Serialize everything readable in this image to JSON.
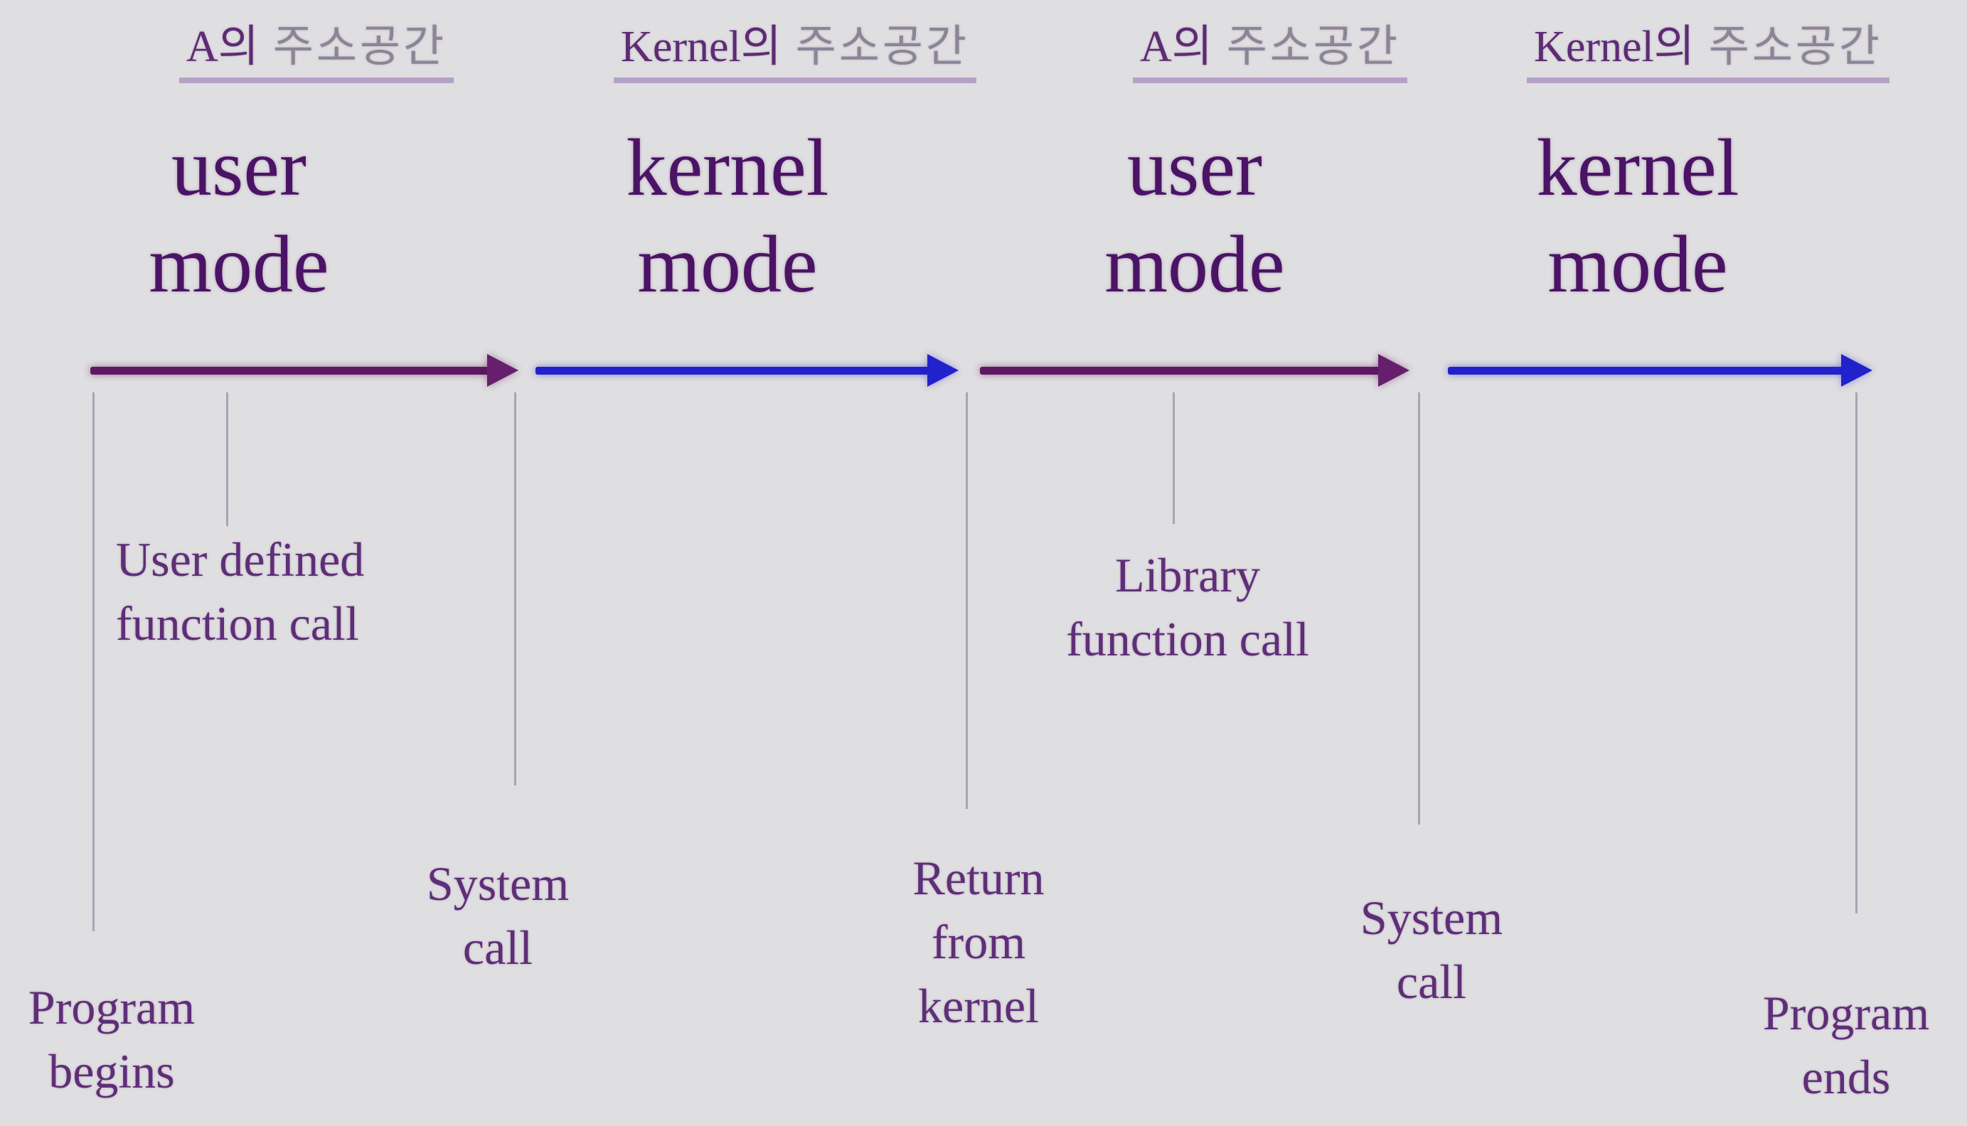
{
  "diagram": {
    "description": "Timeline of a process alternating between user mode and kernel mode",
    "columns": [
      {
        "address_space_header": "A의 주소공간",
        "header_owner": "A의",
        "header_korean": "주소공간",
        "mode": "user mode",
        "mode_lines": [
          "user",
          "mode"
        ]
      },
      {
        "address_space_header": "Kernel의 주소공간",
        "header_owner": "Kernel의",
        "header_korean": "주소공간",
        "mode": "kernel mode",
        "mode_lines": [
          "kernel",
          "mode"
        ]
      },
      {
        "address_space_header": "A의 주소공간",
        "header_owner": "A의",
        "header_korean": "주소공간",
        "mode": "user mode",
        "mode_lines": [
          "user",
          "mode"
        ]
      },
      {
        "address_space_header": "Kernel의 주소공간",
        "header_owner": "Kernel의",
        "header_korean": "주소공간",
        "mode": "kernel mode",
        "mode_lines": [
          "kernel",
          "mode"
        ]
      }
    ],
    "events": [
      {
        "name": "program-begins",
        "label": "Program begins",
        "lines": [
          "Program",
          "begins"
        ]
      },
      {
        "name": "user-defined-function-call",
        "label": "User defined function call",
        "lines": [
          "User defined",
          "function call"
        ]
      },
      {
        "name": "system-call-1",
        "label": "System call",
        "lines": [
          "System",
          "call"
        ]
      },
      {
        "name": "return-from-kernel",
        "label": "Return from kernel",
        "lines": [
          "Return",
          "from",
          "kernel"
        ]
      },
      {
        "name": "library-function-call",
        "label": "Library function call",
        "lines": [
          "Library",
          "function call"
        ]
      },
      {
        "name": "system-call-2",
        "label": "System call",
        "lines": [
          "System",
          "call"
        ]
      },
      {
        "name": "program-ends",
        "label": "Program ends",
        "lines": [
          "Program",
          "ends"
        ]
      }
    ],
    "colors": {
      "background": "#dfdee0",
      "mode_text": "#4b1365",
      "event_text": "#5f2e78",
      "header_owner_text": "#5e2b74",
      "header_korean_text": "#8b8596",
      "header_underline": "#b5a1c8",
      "user_mode_arrow": "#5d195f",
      "kernel_mode_arrow": "#2222cd",
      "tick_line": "#aba3b5"
    }
  }
}
